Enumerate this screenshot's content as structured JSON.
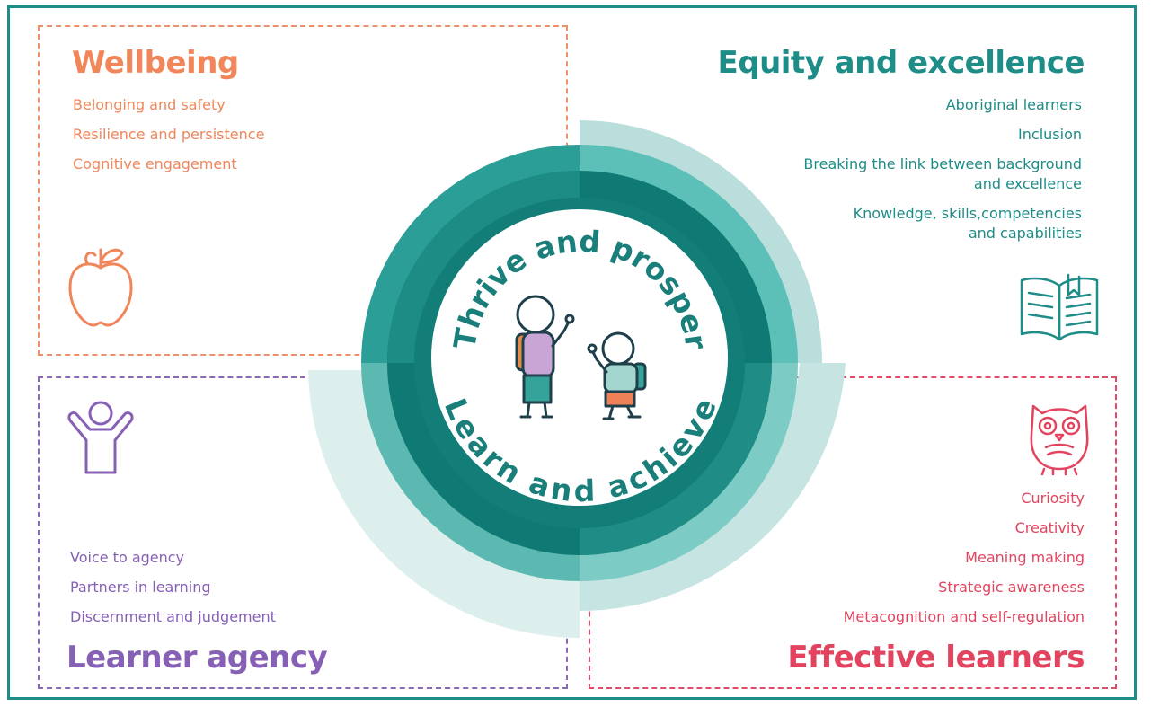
{
  "wellbeing": {
    "title": "Wellbeing",
    "items": [
      "Belonging and safety",
      "Resilience and persistence",
      "Cognitive engagement"
    ],
    "icon": "apple-icon",
    "color": "#f0865a"
  },
  "equity": {
    "title": "Equity and excellence",
    "items": [
      {
        "line1": "Aboriginal learners",
        "line2": ""
      },
      {
        "line1": "Inclusion",
        "line2": ""
      },
      {
        "line1": "Breaking the link between background",
        "line2": "and excellence"
      },
      {
        "line1": "Knowledge, skills,competencies",
        "line2": "and capabilities"
      }
    ],
    "icon": "open-book-icon",
    "color": "#1e8c87"
  },
  "agency": {
    "title": "Learner agency",
    "items": [
      "Voice to agency",
      "Partners in learning",
      "Discernment and judgement"
    ],
    "icon": "person-arms-raised-icon",
    "color": "#8560b5"
  },
  "effective": {
    "title": "Effective learners",
    "items": [
      "Curiosity",
      "Creativity",
      "Meaning making",
      "Strategic awareness",
      "Metacognition and self-regulation"
    ],
    "icon": "owl-icon",
    "color": "#e2445f"
  },
  "center": {
    "top_text": "Thrive and prosper",
    "bottom_text": "Learn and achieve",
    "icon": "two-children-icon"
  }
}
